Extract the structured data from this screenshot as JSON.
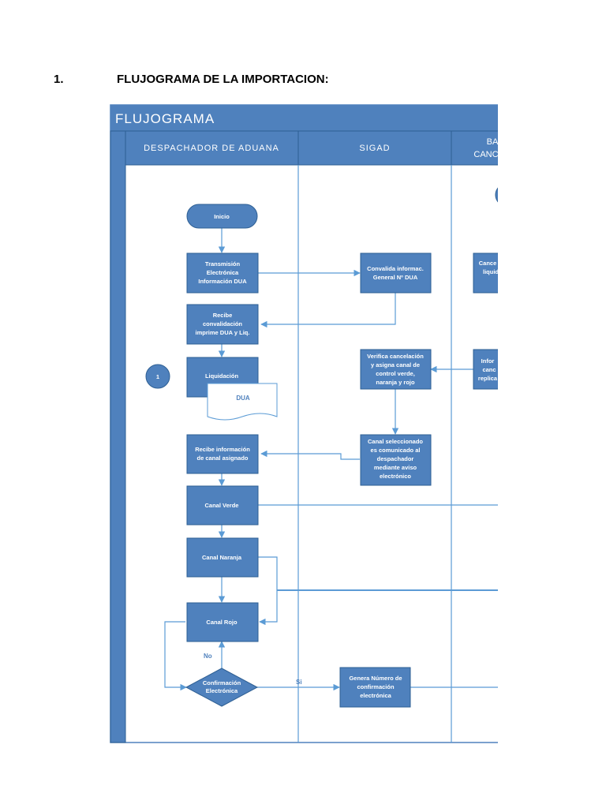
{
  "document": {
    "section_number": "1.",
    "section_title": "FLUJOGRAMA DE LA IMPORTACION:"
  },
  "flowchart": {
    "title": "FLUJOGRAMA",
    "lanes": [
      {
        "id": "despachador",
        "label": "DESPACHADOR DE ADUANA"
      },
      {
        "id": "sigad",
        "label": "SIGAD"
      },
      {
        "id": "banco",
        "label_lines": [
          "BA",
          "CANC"
        ]
      }
    ],
    "nodes": {
      "inicio": {
        "lines": [
          "Inicio"
        ]
      },
      "transmision": {
        "lines": [
          "Transmisión",
          "Electrónica",
          "Información DUA"
        ]
      },
      "convalida": {
        "lines": [
          "Convalida informac.",
          "General Nº DUA"
        ]
      },
      "cancela": {
        "lines": [
          "Cance",
          "liquid"
        ]
      },
      "recibe_conv": {
        "lines": [
          "Recibe",
          "convalidación",
          "imprime DUA y Liq."
        ]
      },
      "verifica": {
        "lines": [
          "Verifica cancelación",
          "y asigna canal de",
          "control verde,",
          "naranja y rojo"
        ]
      },
      "informa": {
        "lines": [
          "Infor",
          "canc",
          "replica"
        ]
      },
      "connector_1": {
        "lines": [
          "1"
        ]
      },
      "liquidacion": {
        "lines": [
          "Liquidación"
        ]
      },
      "dua_doc": {
        "lines": [
          "DUA"
        ]
      },
      "recibe_canal": {
        "lines": [
          "Recibe información",
          "de canal asignado"
        ]
      },
      "canal_sel": {
        "lines": [
          "Canal seleccionado",
          "es comunicado al",
          "despachador",
          "mediante aviso",
          "electrónico"
        ]
      },
      "canal_verde": {
        "lines": [
          "Canal Verde"
        ]
      },
      "canal_naranja": {
        "lines": [
          "Canal Naranja"
        ]
      },
      "canal_rojo": {
        "lines": [
          "Canal Rojo"
        ]
      },
      "confirmacion": {
        "lines": [
          "Confirmación",
          "Electrónica"
        ]
      },
      "genera": {
        "lines": [
          "Genera Número de",
          "confirmación",
          "electrónica"
        ]
      }
    },
    "edge_labels": {
      "no": "No",
      "si": "Si"
    },
    "colors": {
      "header": "#4f81bd",
      "header_border": "#2e5f93",
      "box": "#4f81bd",
      "line": "#5b9bd5",
      "text_on_box": "#ffffff"
    }
  }
}
